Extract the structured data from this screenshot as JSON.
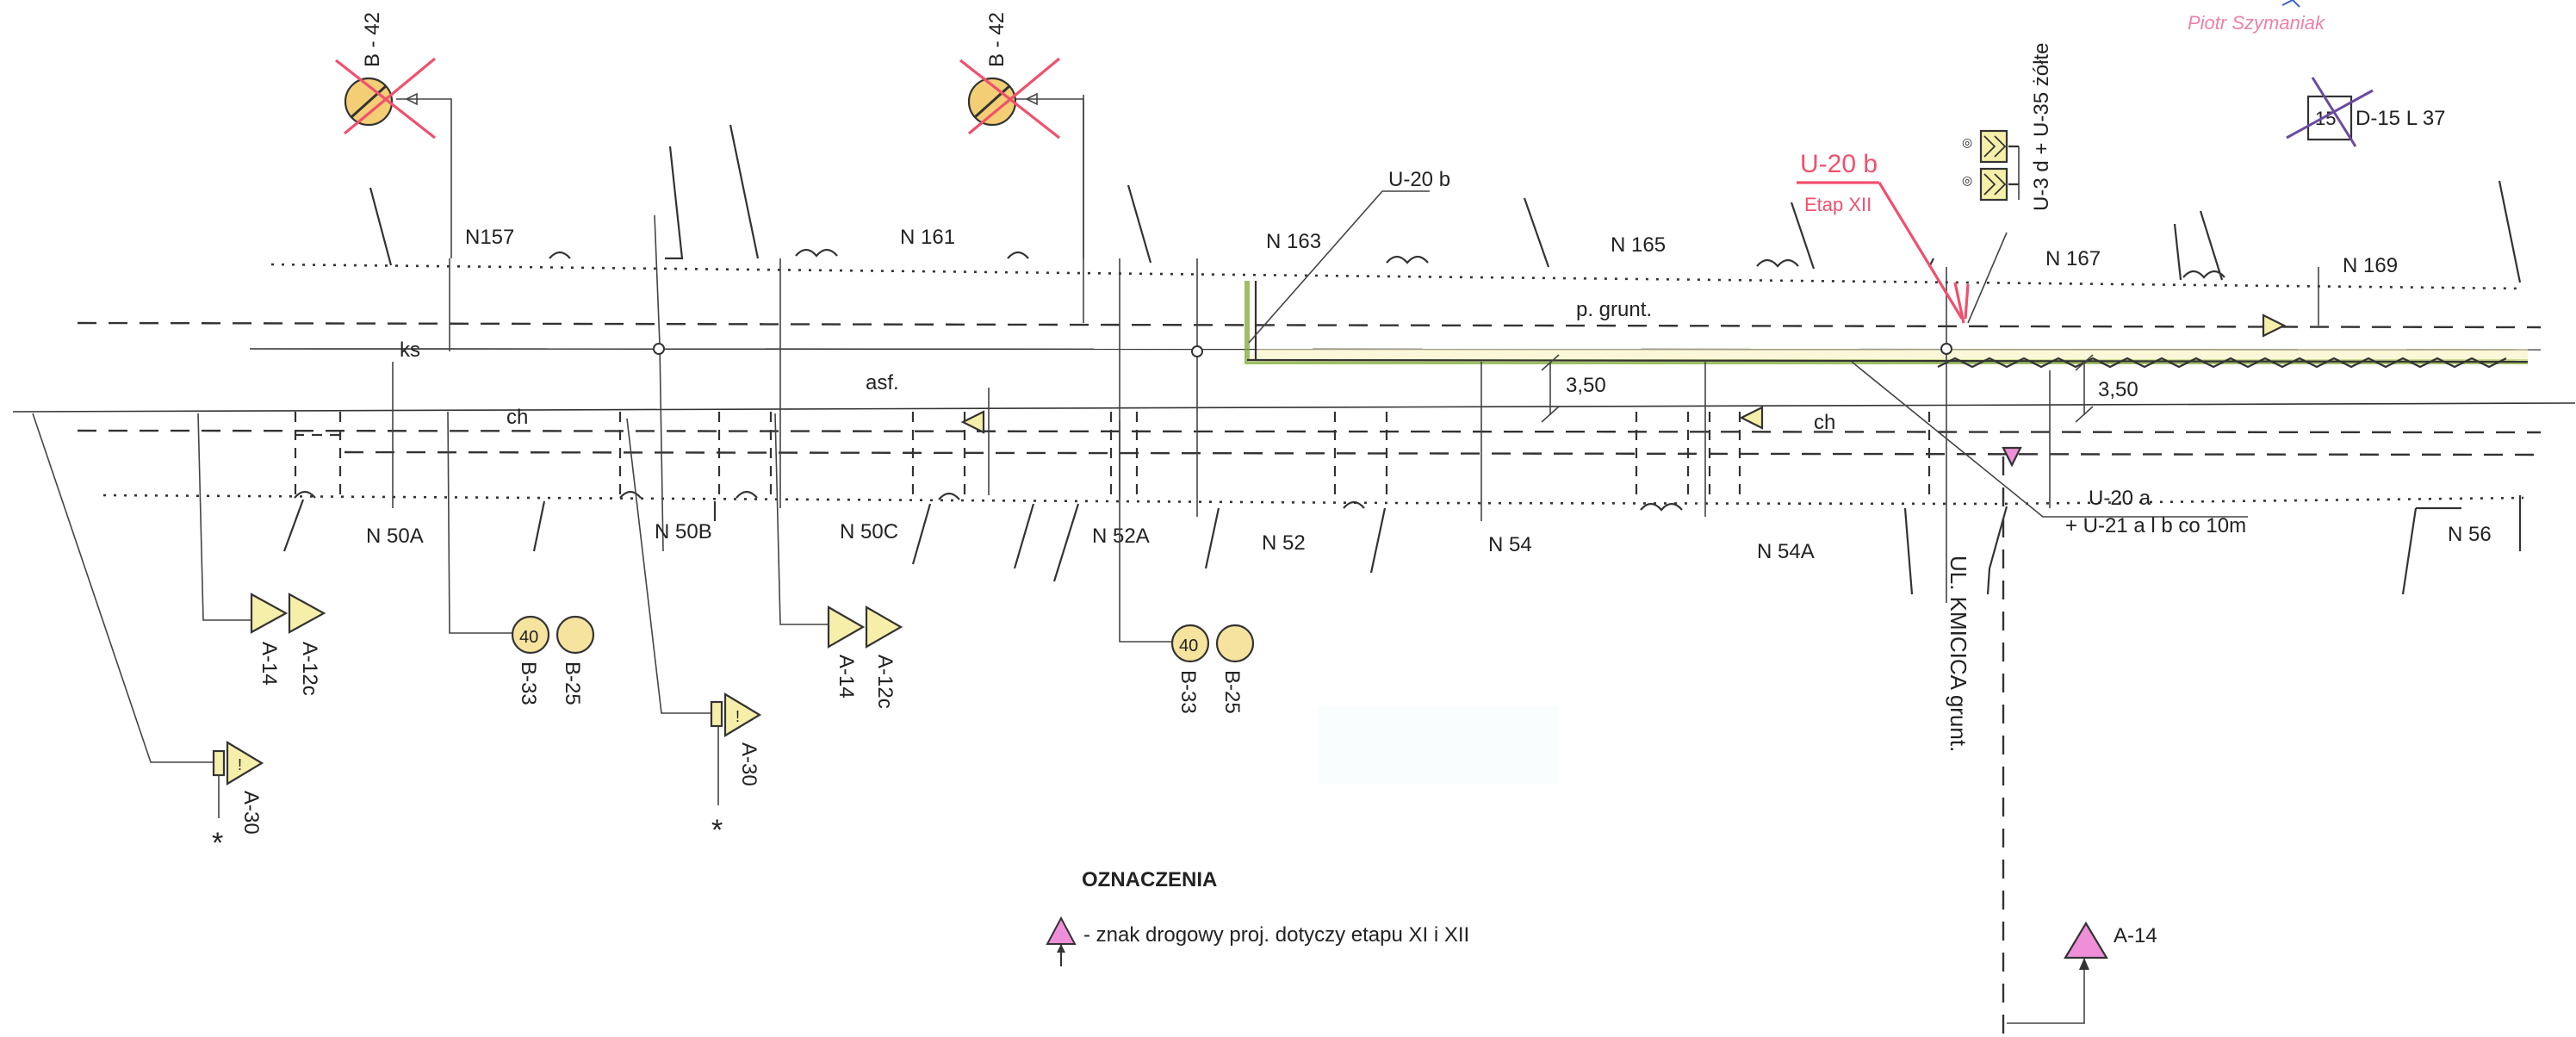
{
  "author": "Piotr Szymaniak",
  "labels": {
    "n157": "N157",
    "n161": "N 161",
    "n163": "N 163",
    "n165": "N 165",
    "n167": "N 167",
    "n169": "N 169",
    "n50a": "N 50A",
    "n50b": "N 50B",
    "n50c": "N 50C",
    "n52a": "N 52A",
    "n52": "N 52",
    "n54": "N 54",
    "n54a": "N 54A",
    "n56": "N 56",
    "ks": "ks",
    "asf": "asf.",
    "ch1": "ch",
    "ch2": "ch",
    "p_grunt": "p. grunt.",
    "dim1": "3,50",
    "dim2": "3,50",
    "u20b_top": "U-20 b",
    "u20b_red": "U-20 b",
    "etap_red": "Etap XII",
    "u3d_u35": "U-3 d + U-35 żółte",
    "d15": "D-15 L 37",
    "d15_box": "15",
    "u20a": "U-20 a",
    "u21": "+ U-21 a l b  co 10m",
    "street": "UL. KMICICA  grunt.",
    "b42_1": "B - 42",
    "b42_2": "B - 42",
    "a14_1": "A-14",
    "a12c_1": "A-12c",
    "a14_2": "A-14",
    "a12c_2": "A-12c",
    "b33_1": "B-33",
    "b25_1": "B-25",
    "b33_2": "B-33",
    "b25_2": "B-25",
    "sign_40_1": "40",
    "sign_40_2": "40",
    "a30_1": "A-30",
    "a30_2": "A-30",
    "a14_pink": "A-14",
    "star_1": "*",
    "star_2": "*",
    "excl_1": "!",
    "excl_2": "!"
  },
  "legend": {
    "title": "OZNACZENIA",
    "text": "- znak drogowy proj. dotyczy etapu XI i XII"
  },
  "colors": {
    "sign_fill": "#f6efa9",
    "pink_sign": "#f08fd9",
    "red_marking": "#f0506e",
    "author_pink": "#ee7fa8",
    "green_line": "#7ea832"
  }
}
